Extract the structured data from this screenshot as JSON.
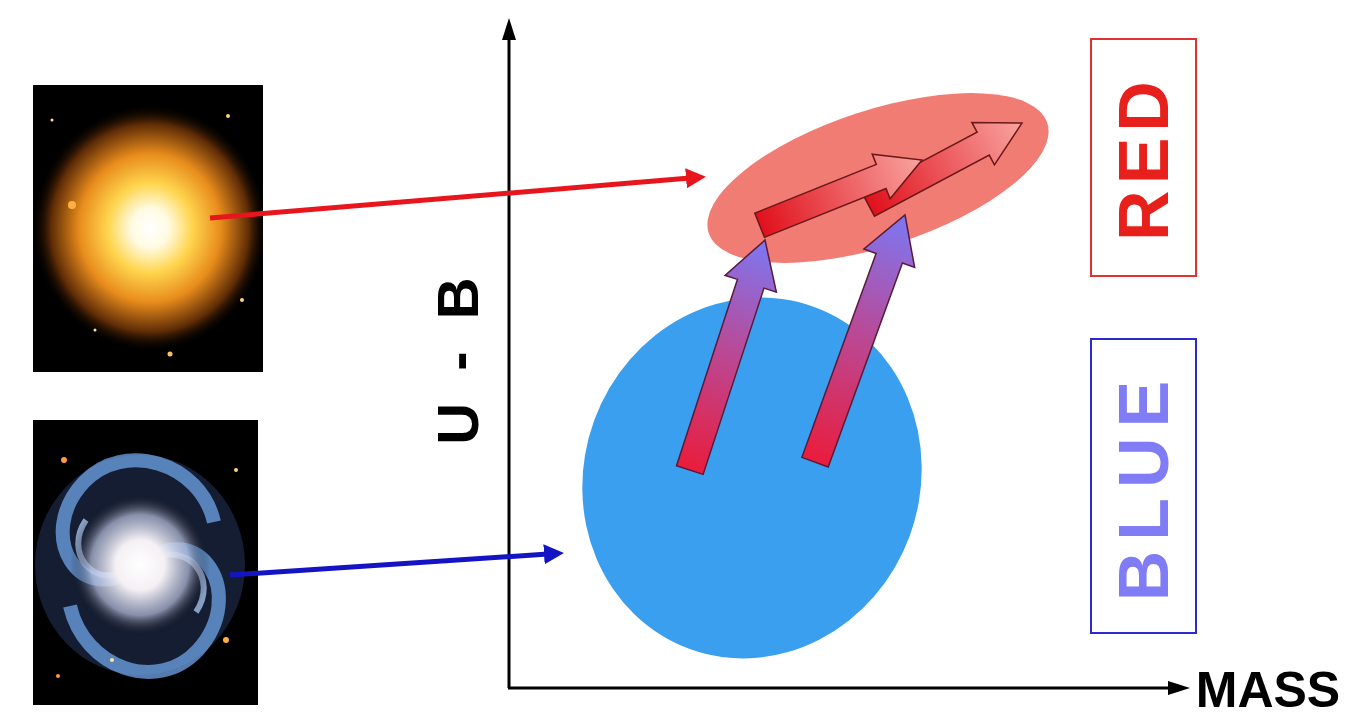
{
  "diagram": {
    "nodes": [
      {
        "text": [
          "RED"
        ]
      },
      {
        "text": [
          "BLUE"
        ]
      }
    ],
    "labels": [
      "U - B",
      "MASS"
    ]
  }
}
